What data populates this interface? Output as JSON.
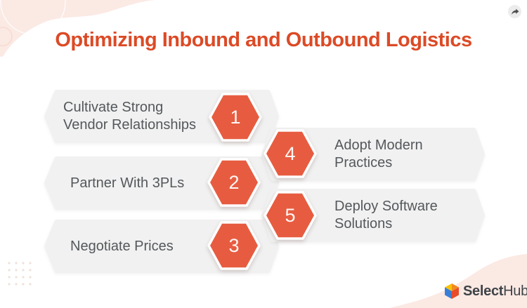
{
  "title": "Optimizing Inbound and Outbound Logistics",
  "steps": [
    {
      "number": "1",
      "label": "Cultivate Strong Vendor Relationships"
    },
    {
      "number": "2",
      "label": "Partner With 3PLs"
    },
    {
      "number": "3",
      "label": "Negotiate Prices"
    },
    {
      "number": "4",
      "label": "Adopt Modern Practices"
    },
    {
      "number": "5",
      "label": "Deploy Software Solutions"
    }
  ],
  "logo": {
    "brand_bold": "Select",
    "brand_regular": "Hub"
  },
  "icons": {
    "share": "share-forward-arrow-icon",
    "logo_cube": "selecthub-cube-icon"
  },
  "colors": {
    "title": "#dc4a26",
    "hexagon": "#e75c40",
    "banner": "#f1f1f1",
    "label_text": "#54585b",
    "pink_accent": "#fbe9e4",
    "logo_text": "#3e4448",
    "cube_yellow": "#f9c20a",
    "cube_orange": "#f08c1d",
    "cube_red": "#e84b2a",
    "cube_blue": "#3a7fd5"
  }
}
